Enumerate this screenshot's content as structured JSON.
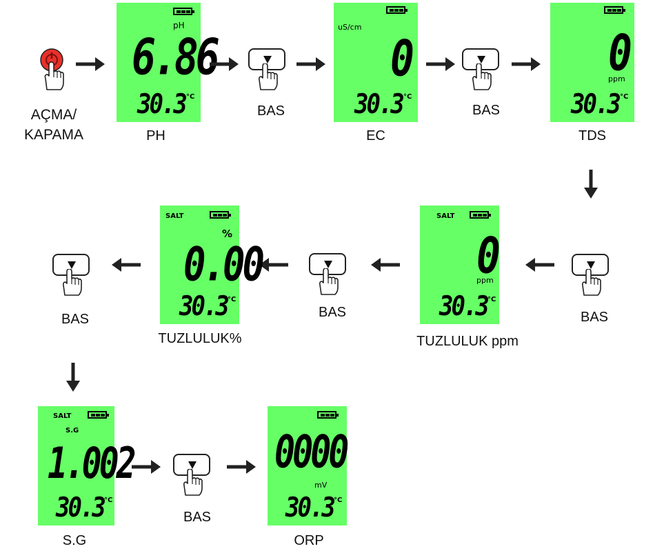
{
  "power": {
    "label_line1": "AÇMA/",
    "label_line2": "KAPAMA",
    "icon": "power-icon",
    "color": "#e8302a"
  },
  "button_label": "BAS",
  "lcd_color": "#66ff66",
  "temperature": "30.3",
  "temperature_unit": "°C",
  "screens": {
    "ph": {
      "caption": "PH",
      "unit": "pH",
      "value": "6.86"
    },
    "ec": {
      "caption": "EC",
      "unit": "uS/cm",
      "value": "0"
    },
    "tds": {
      "caption": "TDS",
      "unit": "ppm",
      "value": "0"
    },
    "salt_ppm": {
      "caption": "TUZLULUK ppm",
      "indicator": "SALT",
      "unit": "ppm",
      "value": "0"
    },
    "salt_pct": {
      "caption": "TUZLULUK%",
      "indicator": "SALT",
      "unit": "%",
      "value": "0.00"
    },
    "sg": {
      "caption": "S.G",
      "indicator": "SALT",
      "unit": "S.G",
      "value": "1.002"
    },
    "orp": {
      "caption": "ORP",
      "unit": "mV",
      "value": "0000"
    }
  }
}
